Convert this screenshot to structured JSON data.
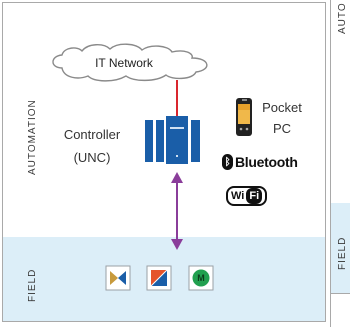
{
  "zones": {
    "automation": "AUTOMATION",
    "field": "FIELD"
  },
  "right_panel": {
    "automation_fragment": "AUTO",
    "field_fragment": "FIELD"
  },
  "network": {
    "label": "IT Network"
  },
  "controller": {
    "line1": "Controller",
    "line2": "(UNC)"
  },
  "pocket_pc": {
    "line1": "Pocket",
    "line2": "PC"
  },
  "wireless": {
    "bluetooth": "Bluetooth",
    "wifi_a": "Wi",
    "wifi_b": "Fi"
  },
  "devices": {
    "motor_letter": "M",
    "icons": [
      "valve-icon",
      "actuator-icon",
      "motor-icon"
    ]
  },
  "colors": {
    "network_link": "#d9262e",
    "field_link": "#8a3d9a",
    "controller": "#1a5ea8",
    "field_band": "#dceef8",
    "motor": "#21a04f"
  }
}
